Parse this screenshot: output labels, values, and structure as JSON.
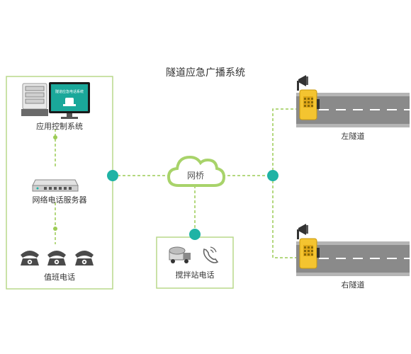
{
  "title": "隧道应急广播系统",
  "nodes": {
    "control_system": {
      "label": "应用控制系统",
      "screen_text": "隧道应急电话系统"
    },
    "phone_server": {
      "label": "网络电话服务器"
    },
    "duty_phone": {
      "label": "值班电话"
    },
    "bridge": {
      "label": "网桥"
    },
    "mixing_station_phone": {
      "label": "搅拌站电话"
    },
    "left_tunnel": {
      "label": "左隧道"
    },
    "right_tunnel": {
      "label": "右隧道"
    }
  },
  "colors": {
    "border": "#b9d98a",
    "dash": "#9ccc55",
    "node": "#1fb3a5",
    "cloud": "#a8d36a",
    "phone_yellow": "#f4c430",
    "road": "#8a8a8a"
  }
}
